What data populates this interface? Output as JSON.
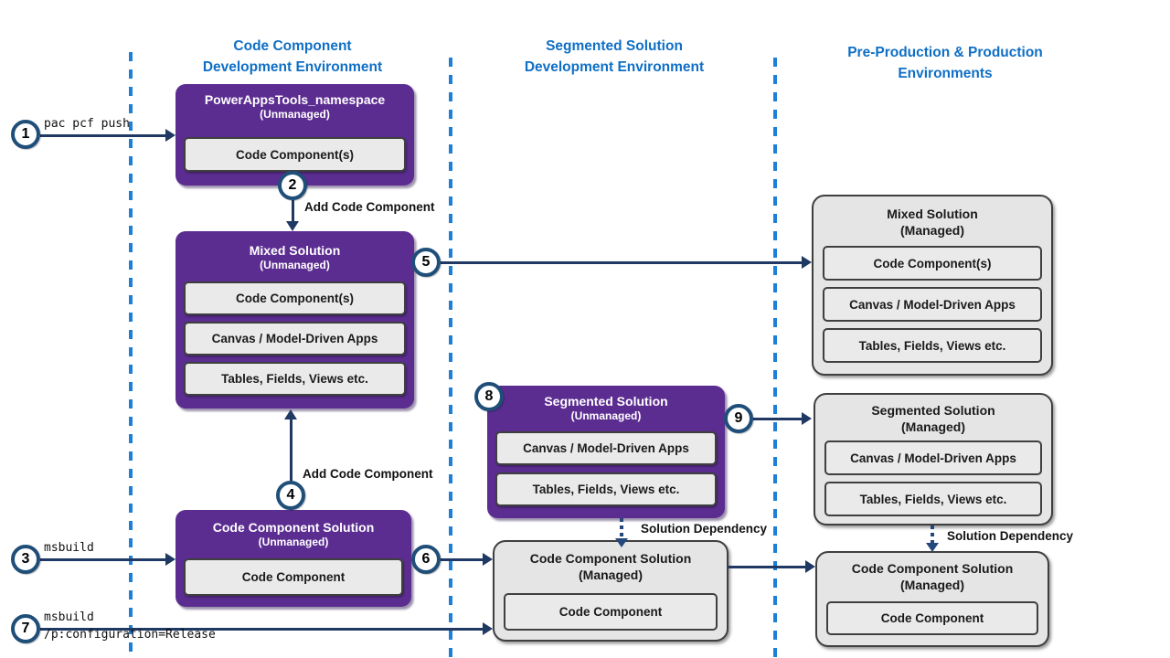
{
  "colors": {
    "purple_box": "#5c2d91",
    "gray_box": "#e5e5e5",
    "arrow_navy": "#1f3864",
    "circle_ring": "#1f4e79",
    "header_blue": "#0f6fc5",
    "dashed_line_blue": "#1e7fd7"
  },
  "column_headers": [
    {
      "line1": "Code Component",
      "line2": "Development Environment"
    },
    {
      "line1": "Segmented Solution",
      "line2": "Development Environment"
    },
    {
      "line1": "Pre-Production & Production",
      "line2": "Environments"
    }
  ],
  "steps": [
    "1",
    "2",
    "3",
    "4",
    "5",
    "6",
    "7",
    "8",
    "9"
  ],
  "commands": {
    "step1": "pac pcf push",
    "step3": "msbuild",
    "step7_line1": "msbuild",
    "step7_line2": "/p:configuration=Release"
  },
  "labels": {
    "add_code_component": "Add Code Component",
    "solution_dependency": "Solution Dependency"
  },
  "boxes": {
    "powerappstools": {
      "title": "PowerAppsTools_namespace",
      "state": "(Unmanaged)",
      "rows": [
        "Code Component(s)"
      ]
    },
    "mixed_unmanaged": {
      "title": "Mixed Solution",
      "state": "(Unmanaged)",
      "rows": [
        "Code Component(s)",
        "Canvas / Model-Driven Apps",
        "Tables, Fields, Views etc."
      ]
    },
    "cc_solution_unmanaged": {
      "title": "Code Component Solution",
      "state": "(Unmanaged)",
      "rows": [
        "Code Component"
      ]
    },
    "segmented_unmanaged": {
      "title": "Segmented Solution",
      "state": "(Unmanaged)",
      "rows": [
        "Canvas / Model-Driven Apps",
        "Tables, Fields, Views etc."
      ]
    },
    "cc_solution_managed_dev": {
      "title": "Code Component Solution",
      "state": "(Managed)",
      "rows": [
        "Code Component"
      ]
    },
    "mixed_managed": {
      "title": "Mixed Solution",
      "state": "(Managed)",
      "rows": [
        "Code Component(s)",
        "Canvas / Model-Driven Apps",
        "Tables, Fields, Views etc."
      ]
    },
    "segmented_managed": {
      "title": "Segmented Solution",
      "state": "(Managed)",
      "rows": [
        "Canvas / Model-Driven Apps",
        "Tables, Fields, Views etc."
      ]
    },
    "cc_solution_managed_prod": {
      "title": "Code Component Solution",
      "state": "(Managed)",
      "rows": [
        "Code Component"
      ]
    }
  }
}
